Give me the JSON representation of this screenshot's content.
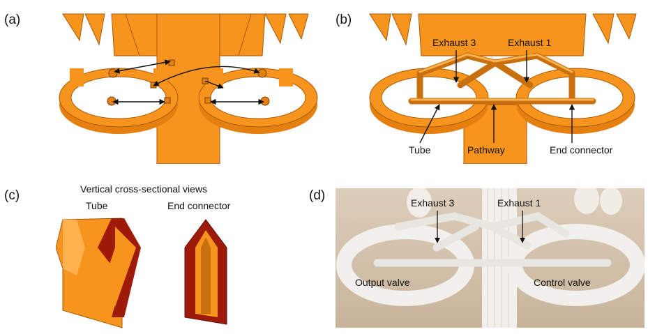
{
  "panels": {
    "a": {
      "label": "(a)"
    },
    "b": {
      "label": "(b)",
      "callouts": {
        "exhaust3": "Exhaust 3",
        "exhaust1": "Exhaust 1",
        "tube": "Tube",
        "pathway": "Pathway",
        "end_connector": "End connector"
      }
    },
    "c": {
      "label": "(c)",
      "title": "Vertical cross-sectional views",
      "tube": "Tube",
      "end_connector": "End connector"
    },
    "d": {
      "label": "(d)",
      "callouts": {
        "exhaust3": "Exhaust 3",
        "exhaust1": "Exhaust 1",
        "output_valve": "Output valve",
        "control_valve": "Control valve"
      }
    }
  },
  "colors": {
    "orange": "#F7941D",
    "orange_dark": "#C8700E",
    "orange_light": "#FFB24D",
    "section_red": "#9E1B0A",
    "photo_bg": "#E8DCCB",
    "plastic": "#F2F0EC"
  }
}
